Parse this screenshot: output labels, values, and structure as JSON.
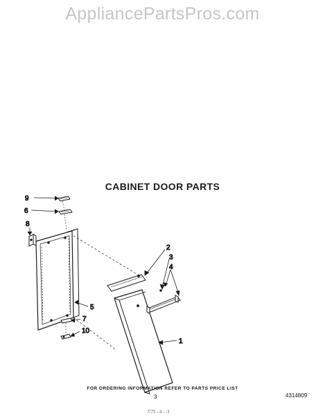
{
  "watermark": "AppliancePartsPros.com",
  "title": "CABINET DOOR PARTS",
  "callouts": {
    "c1": "1",
    "c2": "2",
    "c3": "3",
    "c4": "4",
    "c5": "5",
    "c6": "6",
    "c7": "7",
    "c8": "8",
    "c9": "9",
    "c10": "10"
  },
  "footer": "FOR ORDERING INFORMATION REFER TO PARTS PRICE LIST",
  "page_number": "3",
  "document_number": "4314809",
  "bottom_scrawl": "7/75 - 6 - /1"
}
